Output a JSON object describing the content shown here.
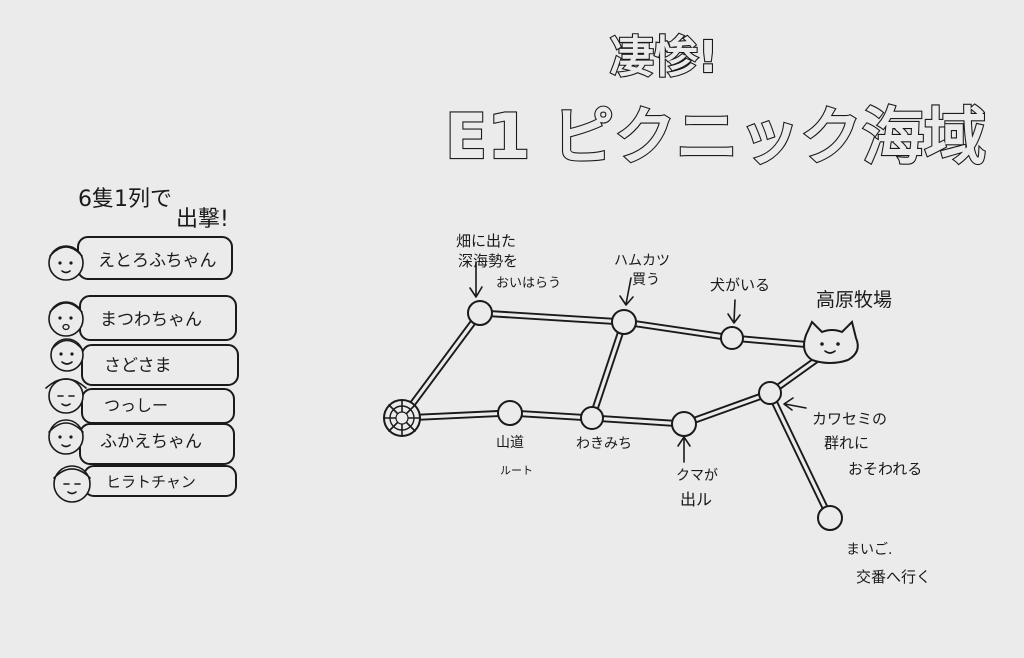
{
  "title": {
    "exclaim": "凄惨!",
    "main": "E1 ピクニック海域"
  },
  "fleet": {
    "header_line1": "6隻1列で",
    "header_line2": "出撃!",
    "members": [
      {
        "name": "えとろふちゃん"
      },
      {
        "name": "まつわちゃん"
      },
      {
        "name": "さどさま"
      },
      {
        "name": "つっしー"
      },
      {
        "name": "ふかえちゃん"
      },
      {
        "name": "ヒラトチャン"
      }
    ]
  },
  "map": {
    "goal_label": "高原牧場",
    "annotations": {
      "field": "畑に出た深海勢をおいはらう",
      "field_l1": "畑に出た",
      "field_l2": "深海勢を",
      "field_l3": "おいはらう",
      "minced": "ハムカツ買う",
      "minced_l1": "ハムカツ",
      "minced_l2": "買う",
      "dog": "犬がいる",
      "mountain": "山道ルート",
      "mountain_l1": "山道",
      "mountain_l2": "ルート",
      "lost": "わきみち",
      "bear": "クマが出る",
      "bear_l1": "クマが",
      "bear_l2": "出ル",
      "kingfisher": "カワセミの群れにおそわれる",
      "kingfisher_l1": "カワセミの",
      "kingfisher_l2": "群れに",
      "kingfisher_l3": "おそわれる",
      "police": "まいご交番へ行く",
      "police_l1": "まいご.",
      "police_l2": "交番へ行く"
    }
  }
}
